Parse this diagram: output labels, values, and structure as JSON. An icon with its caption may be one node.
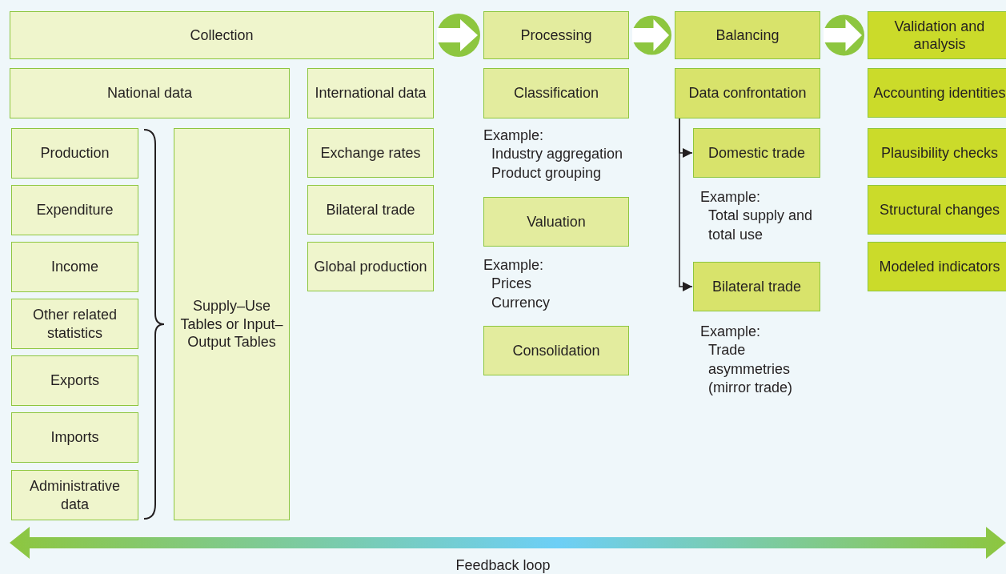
{
  "diagram": {
    "nodes": [
      {
        "text": [
          "Collection"
        ]
      },
      {
        "text": [
          "Processing"
        ]
      },
      {
        "text": [
          "Balancing"
        ]
      },
      {
        "text": [
          "Validation and analysis"
        ]
      },
      {
        "text": [
          "National data"
        ]
      },
      {
        "text": [
          "International data"
        ]
      },
      {
        "text": [
          "Production"
        ]
      },
      {
        "text": [
          "Expenditure"
        ]
      },
      {
        "text": [
          "Income"
        ]
      },
      {
        "text": [
          "Other related statistics"
        ]
      },
      {
        "text": [
          "Exports"
        ]
      },
      {
        "text": [
          "Imports"
        ]
      },
      {
        "text": [
          "Administrative data"
        ]
      },
      {
        "text": [
          "Supply–Use Tables or Input–Output Tables"
        ]
      },
      {
        "text": [
          "Exchange rates"
        ]
      },
      {
        "text": [
          "Bilateral trade"
        ]
      },
      {
        "text": [
          "Global production"
        ]
      },
      {
        "text": [
          "Classification"
        ],
        "beside": [
          "Example:",
          "Industry aggregation",
          "Product grouping"
        ]
      },
      {
        "text": [
          "Valuation"
        ],
        "beside": [
          "Example:",
          "Prices",
          "Currency"
        ]
      },
      {
        "text": [
          "Consolidation"
        ]
      },
      {
        "text": [
          "Data confrontation"
        ]
      },
      {
        "text": [
          "Domestic trade"
        ],
        "beside": [
          "Example:",
          "Total supply and total use"
        ]
      },
      {
        "text": [
          "Bilateral trade"
        ],
        "beside": [
          "Example:",
          "Trade asymmetries (mirror trade)"
        ]
      },
      {
        "text": [
          "Accounting identities"
        ]
      },
      {
        "text": [
          "Plausibility checks"
        ]
      },
      {
        "text": [
          "Structural changes"
        ]
      },
      {
        "text": [
          "Modeled indicators"
        ]
      }
    ],
    "edges": [
      {
        "from": 0,
        "to": 1,
        "arrow": "to"
      },
      {
        "from": 1,
        "to": 2,
        "arrow": "to"
      },
      {
        "from": 2,
        "to": 3,
        "arrow": "to"
      },
      {
        "from": 20,
        "to": 21,
        "arrow": "to"
      },
      {
        "from": 20,
        "to": 22,
        "arrow": "to"
      }
    ],
    "labels": [
      "Feedback loop"
    ]
  }
}
